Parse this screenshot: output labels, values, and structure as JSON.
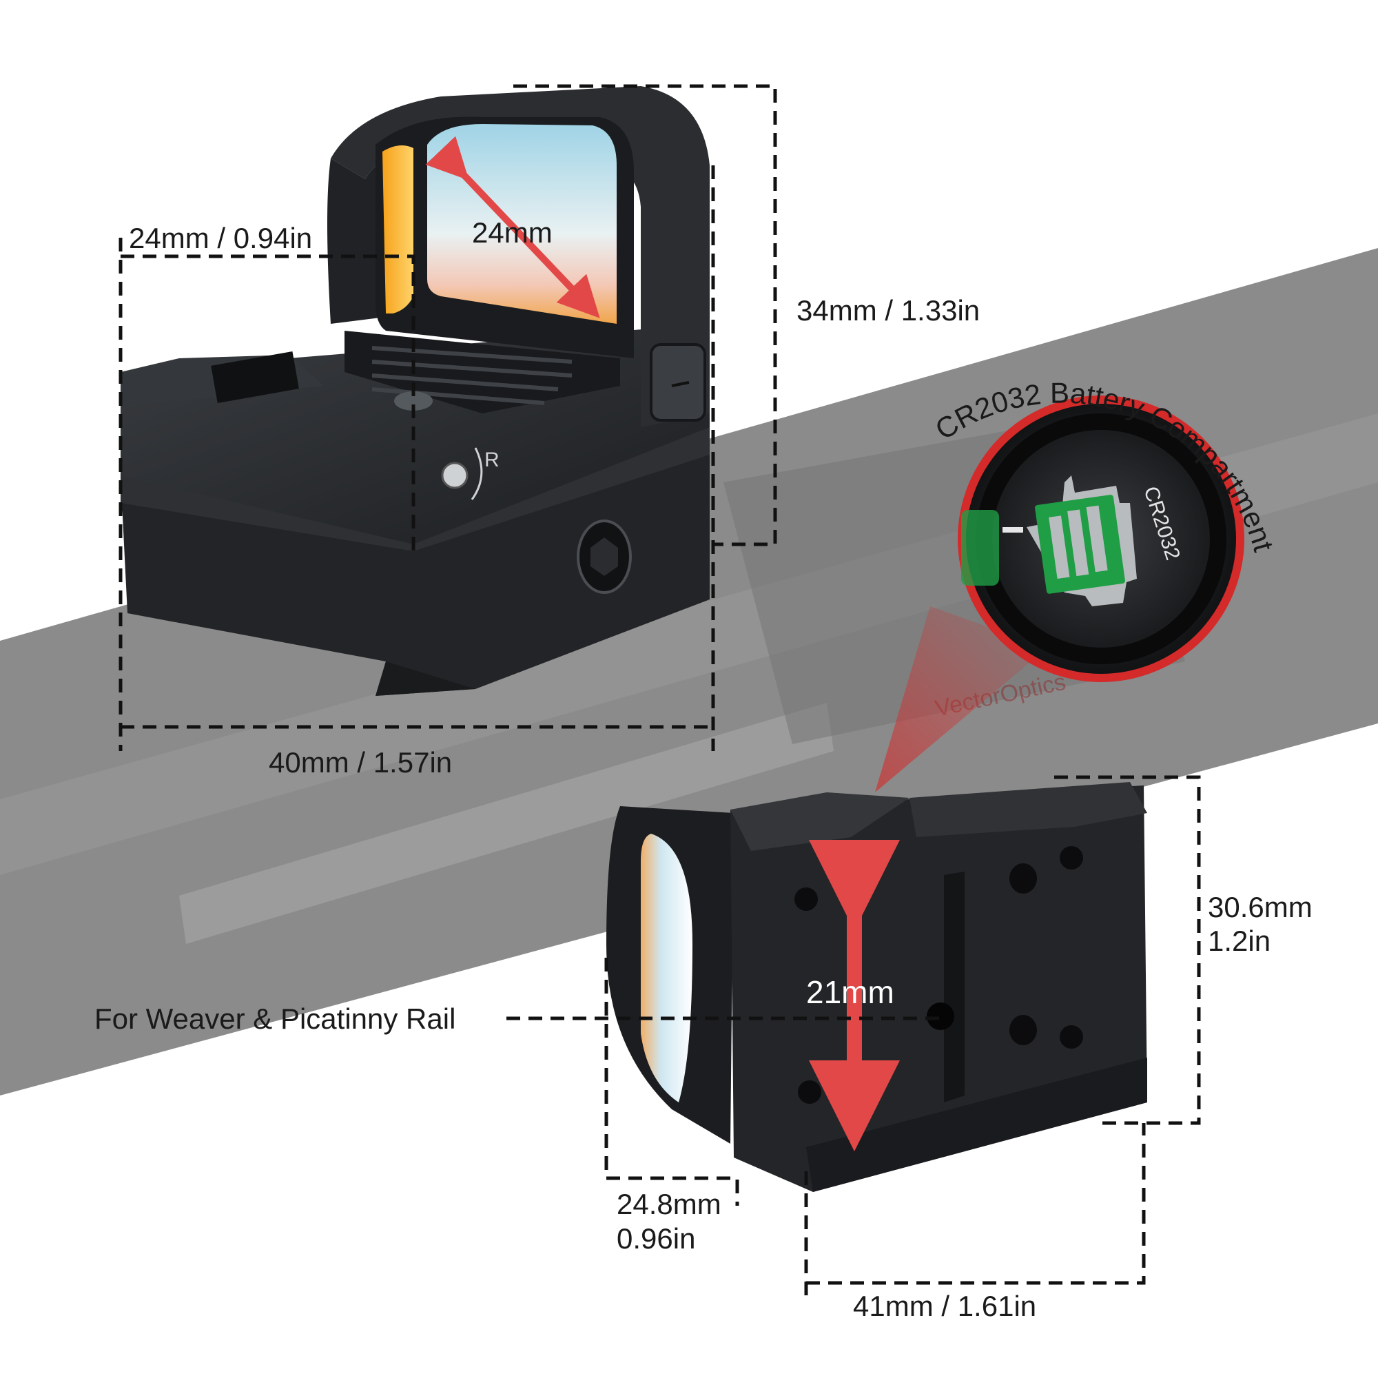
{
  "dimensions": {
    "window_width": "24mm / 0.94in",
    "window_height": "24mm",
    "total_height": "34mm / 1.33in",
    "total_length": "40mm / 1.57in",
    "rear_height": "30.6mm",
    "rear_height_in": "1.2in",
    "inner_height": "21mm",
    "base_depth": "24.8mm",
    "base_depth_in": "0.96in",
    "base_width": "41mm / 1.61in"
  },
  "callouts": {
    "battery": "CR2032 Battery Compartment",
    "battery_cell_text": "CR2032",
    "rail": "For Weaver & Picatinny Rail",
    "windage_mark": "R",
    "engraving": "VectorOptics"
  },
  "colors": {
    "sight_body": "#26282b",
    "rail_band": "#8a8a8a",
    "accent_red": "#d42a2a",
    "pcb_green": "#1f9e46"
  }
}
